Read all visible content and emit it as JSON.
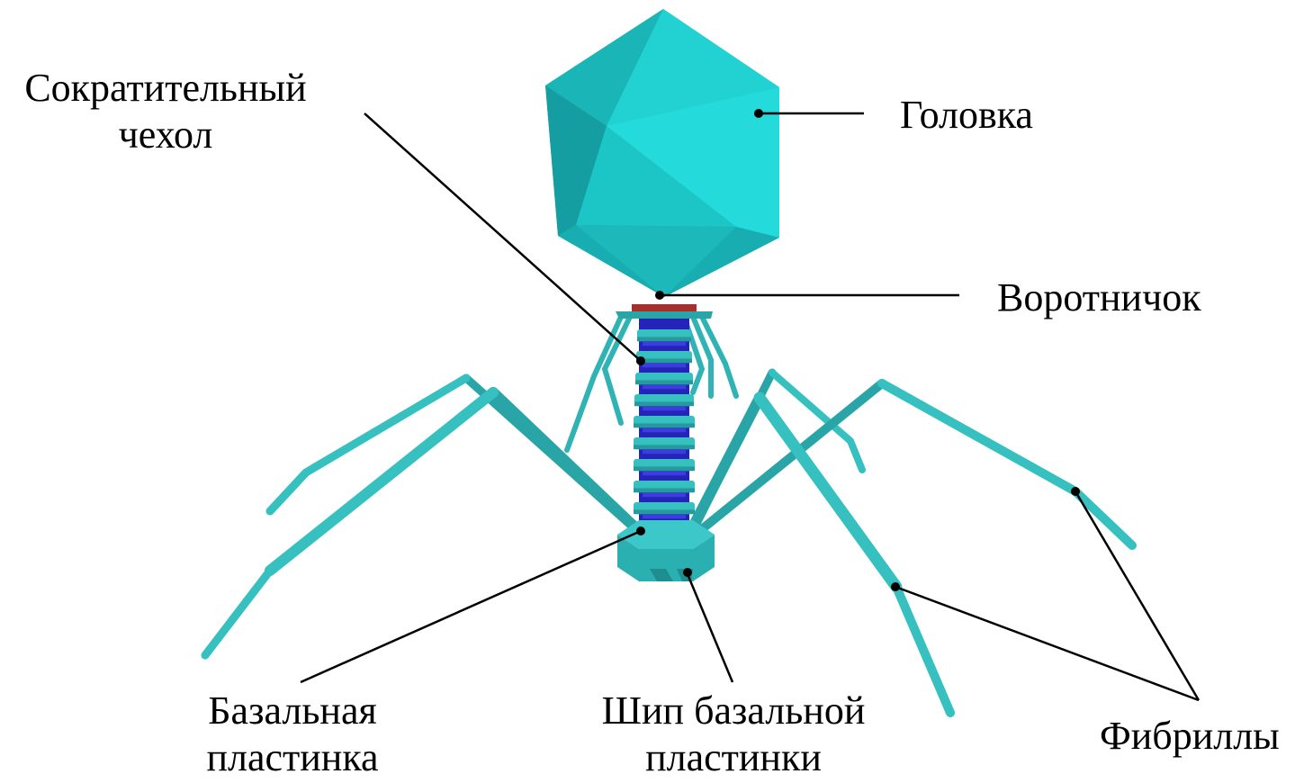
{
  "colors": {
    "capsid_light": "#22d8d8",
    "capsid_mid": "#1cc3c4",
    "capsid_dark": "#139fa3",
    "tail_teal": "#36c0c0",
    "tail_teal_dark": "#259a9c",
    "core_blue": "#2424b8",
    "core_blue_light": "#3c3ce0",
    "collar_red": "#a8302c",
    "leader_line": "#000000"
  },
  "labels": {
    "contractile_sheath": [
      "Сократительный",
      "чехол"
    ],
    "head": "Головка",
    "collar": "Воротничок",
    "base_plate": [
      "Базальная",
      "пластинка"
    ],
    "base_plate_spike": [
      "Шип базальной",
      "пластинки"
    ],
    "fibrils": "Фибриллы"
  }
}
